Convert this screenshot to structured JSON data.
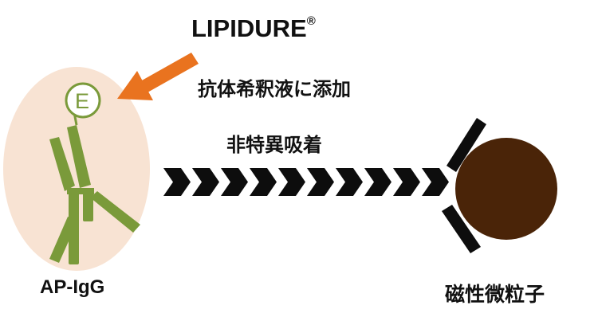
{
  "title": {
    "text": "LIPIDURE",
    "mark": "®"
  },
  "dilution_label": "抗体希釈液に添加",
  "nonspecific_label": "非特異吸着",
  "antibody": {
    "label": "AP-IgG",
    "badge": "E"
  },
  "particle": {
    "label": "磁性微粒子"
  },
  "colors": {
    "halo": "#f8e3d3",
    "antibody": "#7a9a3a",
    "arrow": "#e9731f",
    "chevron": "#0d0d0d",
    "particle": "#4a2408"
  }
}
